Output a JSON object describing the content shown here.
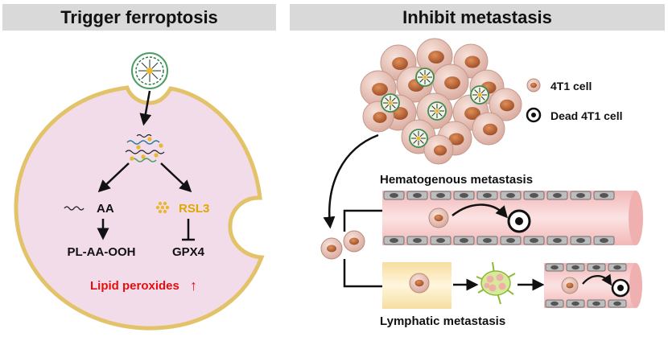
{
  "panels": {
    "left": {
      "title": "Trigger ferroptosis",
      "labels": {
        "aa": "AA",
        "rsl3": "RSL3",
        "pl_aa_ooh": "PL-AA-OOH",
        "gpx4": "GPX4",
        "lipid_peroxides": "Lipid peroxides",
        "arrow_glyph": "↑"
      }
    },
    "right": {
      "title": "Inhibit metastasis",
      "legend": {
        "live_cell": "4T1 cell",
        "dead_cell": "Dead 4T1 cell"
      },
      "routes": {
        "hematogenous": "Hematogenous metastasis",
        "lymphatic": "Lymphatic metastasis"
      }
    }
  },
  "colors": {
    "header_bg": "#d9d9d9",
    "cell_fill": "#f2dcea",
    "cell_border": "#e3c36a",
    "rsl3_text": "#e0a800",
    "red_text": "#e01010",
    "vessel_fill": "#f6c6c6",
    "lymph_fill": "#fbeec0"
  }
}
